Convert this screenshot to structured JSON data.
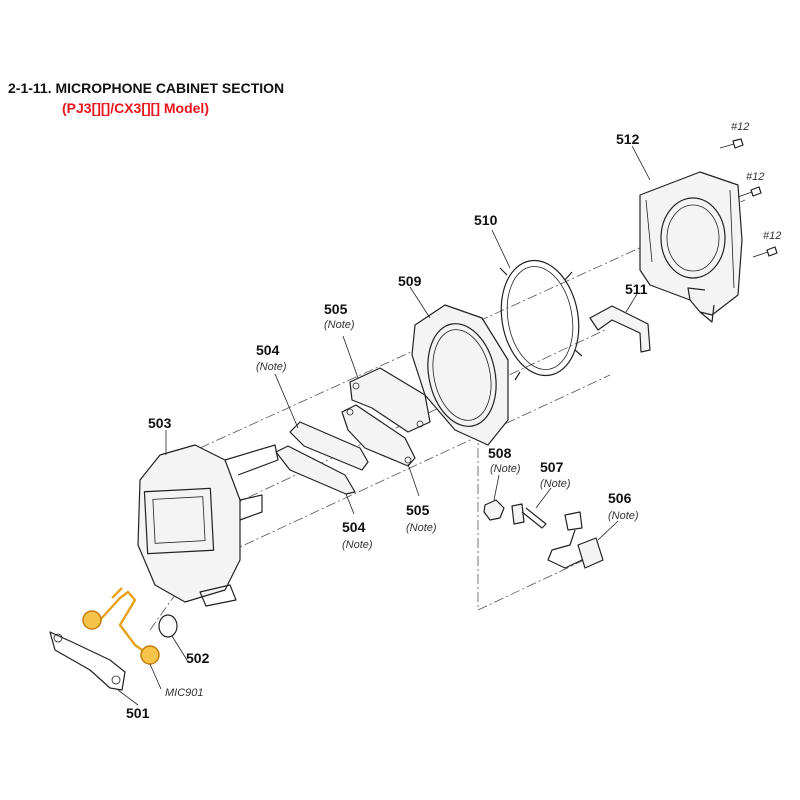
{
  "header": {
    "title": "2-1-11.  MICROPHONE CABINET SECTION",
    "subtitle": "(PJ3[][]/CX3[][] Model)"
  },
  "parts": {
    "p501": "501",
    "p502": "502",
    "p503": "503",
    "p504a": "504",
    "p504b": "504",
    "p505a": "505",
    "p505b": "505",
    "p506": "506",
    "p507": "507",
    "p508": "508",
    "p509": "509",
    "p510": "510",
    "p511": "511",
    "p512": "512"
  },
  "notes": {
    "n504a": "(Note)",
    "n504b": "(Note)",
    "n505a": "(Note)",
    "n505b": "(Note)",
    "n506": "(Note)",
    "n507": "(Note)",
    "n508": "(Note)"
  },
  "screws": {
    "s1": "#12",
    "s2": "#12",
    "s3": "#12"
  },
  "components": {
    "mic": "MIC901"
  },
  "colors": {
    "subtitle": "#e8141e",
    "highlight": "#f6c44a"
  }
}
